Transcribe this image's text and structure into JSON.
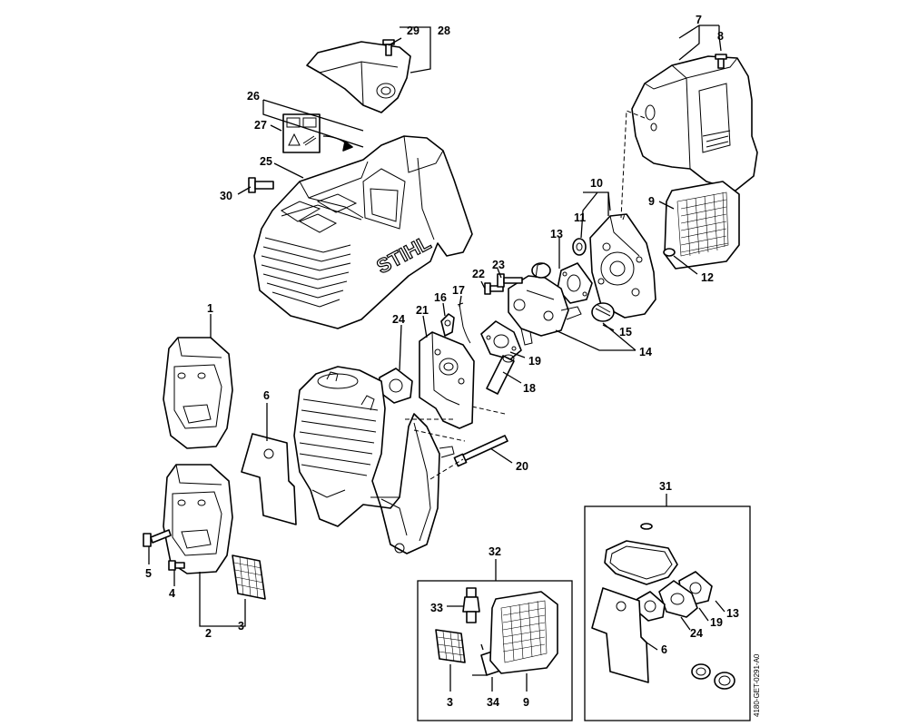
{
  "diagram": {
    "brand_text": "STIHL",
    "drawing_code": "4180-GET-0291-A0",
    "callouts": {
      "c1": "1",
      "c2": "2",
      "c3": "3",
      "c4": "4",
      "c5": "5",
      "c6": "6",
      "c7": "7",
      "c8": "8",
      "c9": "9",
      "c10": "10",
      "c11": "11",
      "c12": "12",
      "c13": "13",
      "c14": "14",
      "c15": "15",
      "c16": "16",
      "c17": "17",
      "c18": "18",
      "c19": "19",
      "c20": "20",
      "c21": "21",
      "c22": "22",
      "c23": "23",
      "c24": "24",
      "c25": "25",
      "c26": "26",
      "c27": "27",
      "c28": "28",
      "c29": "29",
      "c30": "30",
      "c31": "31",
      "c32": "32",
      "c33": "33",
      "c34": "34",
      "k31_13": "13",
      "k31_19": "19",
      "k31_24": "24",
      "k31_6": "6",
      "k32_3": "3",
      "k32_9": "9"
    }
  }
}
